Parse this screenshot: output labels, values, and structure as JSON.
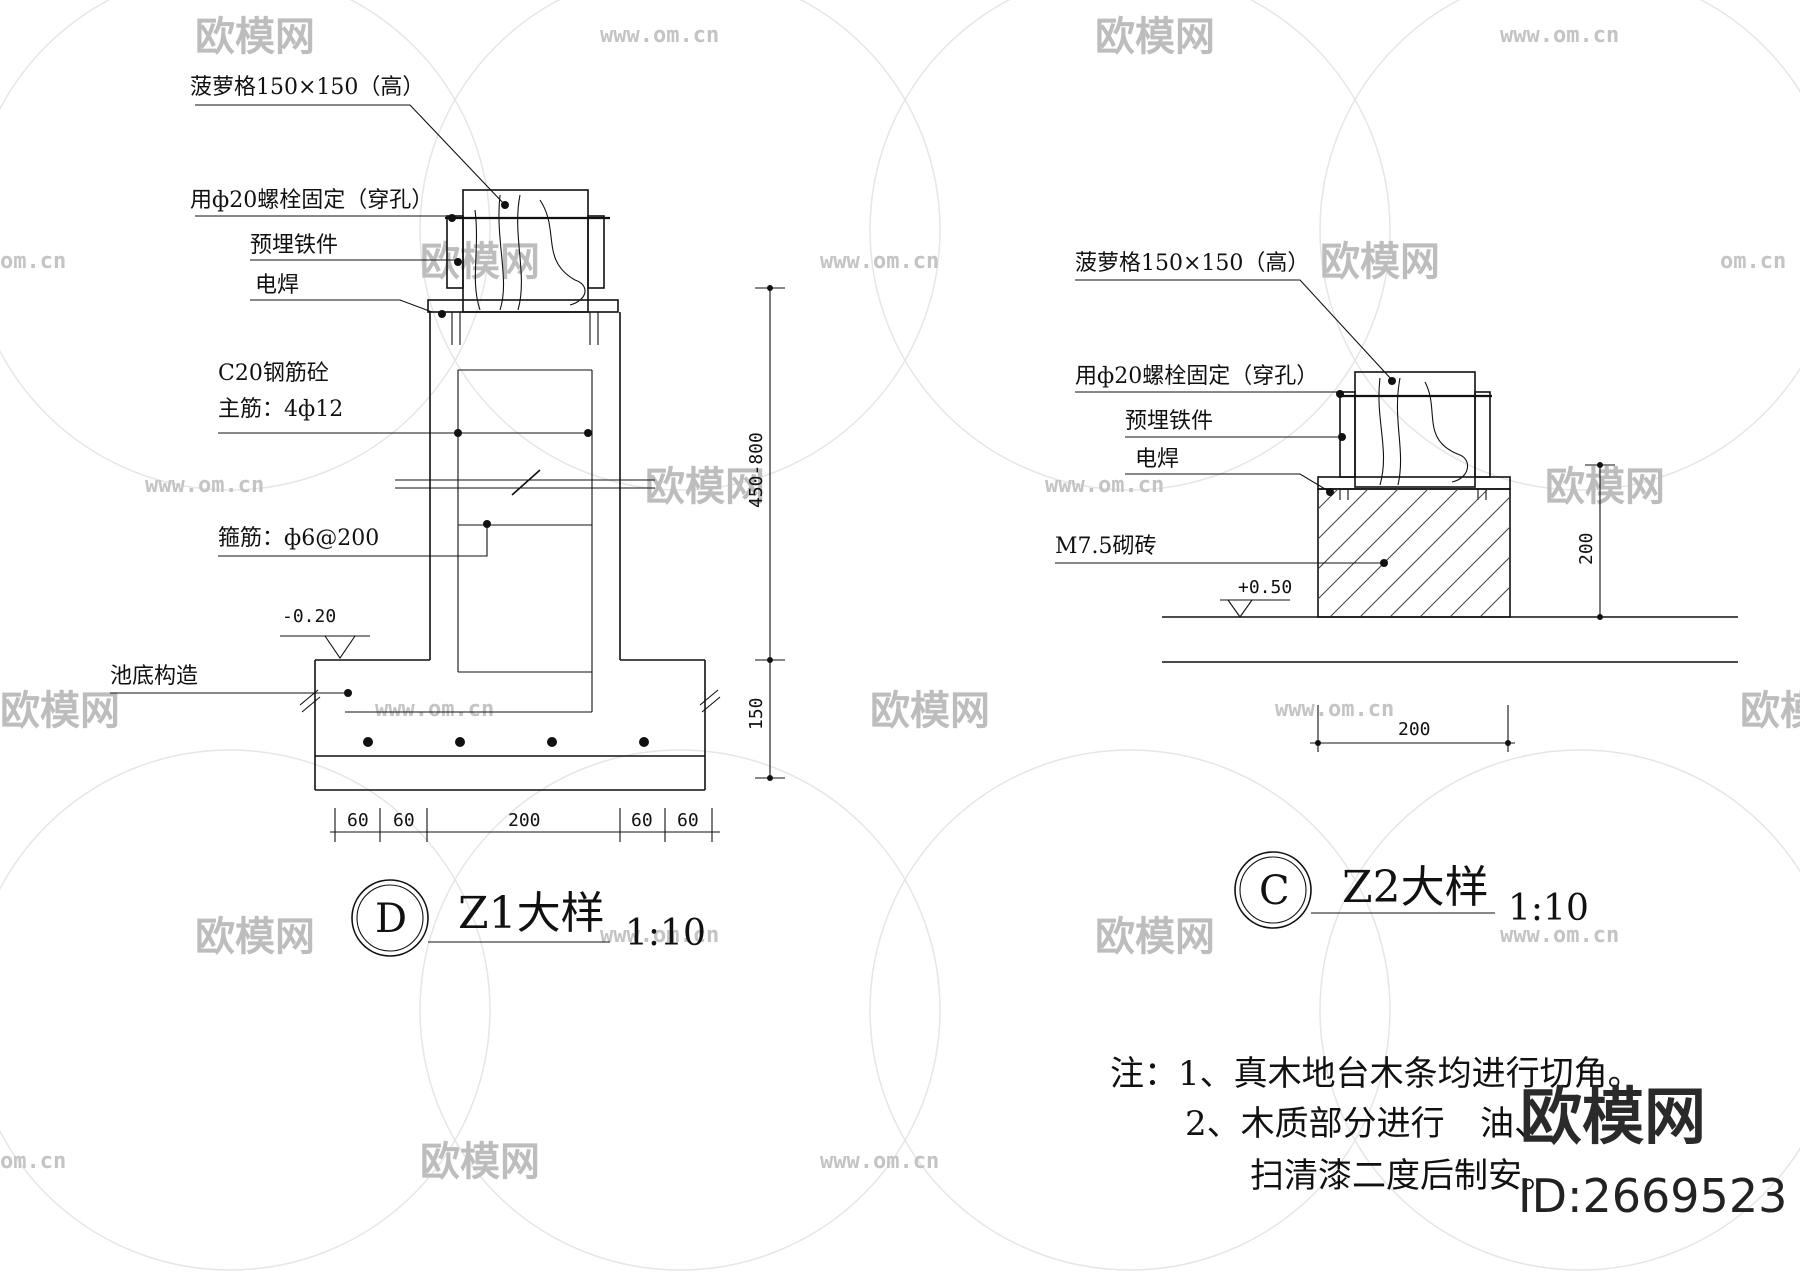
{
  "watermark": {
    "brand": "欧模网",
    "url": "www.om.cn",
    "url_partial": "om.cn",
    "id": "ID:2669523"
  },
  "z1": {
    "labels": {
      "pineapple_grid": "菠萝格150×150（高）",
      "bolt": "用ф20螺栓固定（穿孔）",
      "embedded": "预埋铁件",
      "weld": "电焊",
      "concrete": "C20钢筋砼",
      "main_rebar": "主筋：4ф12",
      "stirrup": "箍筋：ф6@200",
      "pool_bottom": "池底构造"
    },
    "elevation": "-0.20",
    "dims": {
      "height": "450-800",
      "base": "150",
      "d1": "60",
      "d2": "60",
      "d3": "200",
      "d4": "60",
      "d5": "60"
    },
    "circle_letter": "D",
    "title": "Z1大样",
    "scale": "1:10"
  },
  "z2": {
    "labels": {
      "pineapple_grid": "菠萝格150×150（高）",
      "bolt": "用ф20螺栓固定（穿孔）",
      "embedded": "预埋铁件",
      "weld": "电焊",
      "brick": "M7.5砌砖"
    },
    "elevation": "+0.50",
    "dims": {
      "height": "200",
      "width": "200"
    },
    "circle_letter": "C",
    "title": "Z2大样",
    "scale": "1:10"
  },
  "notes": {
    "line1": "注：1、真木地台木条均进行切角。",
    "line2a": "2、木质部分进行",
    "line2b": "油、",
    "line3": "扫清漆二度后制安。"
  }
}
